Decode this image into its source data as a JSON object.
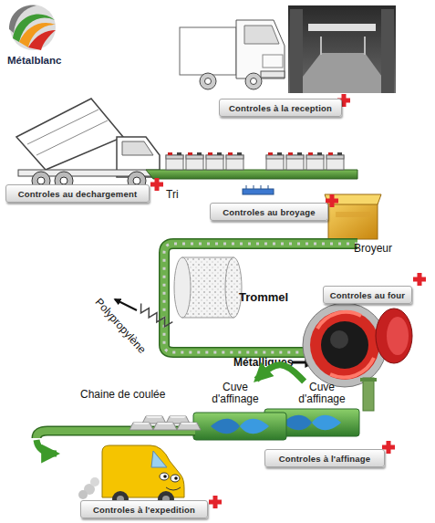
{
  "diagram": {
    "nodes": [
      {
        "text": [
          "Controles à la reception"
        ]
      },
      {
        "text": [
          "Controles au dechargement"
        ]
      },
      {
        "text": [
          "Controles au broyage"
        ]
      },
      {
        "text": [
          "Broyeur"
        ]
      },
      {
        "text": [
          "Trommel"
        ]
      },
      {
        "text": [
          "Controles au four"
        ]
      },
      {
        "text": [
          "Cuve d'affinage"
        ]
      },
      {
        "text": [
          "Cuve d'affinage"
        ]
      },
      {
        "text": [
          "Controles à l'affinage"
        ]
      },
      {
        "text": [
          "Controles à l'expedition"
        ]
      }
    ],
    "edges": [
      {
        "from": 7,
        "to": 6,
        "arrow": "to"
      }
    ],
    "labels": [
      "Métalblanc",
      "Tri",
      "Polypropylène",
      "Métalliques",
      "Chaine de coulée"
    ]
  }
}
